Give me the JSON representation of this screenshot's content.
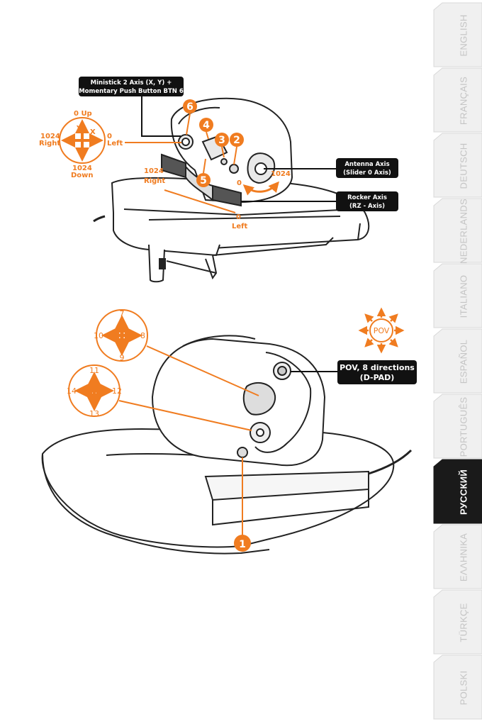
{
  "language_tabs": [
    {
      "label": "ENGLISH",
      "active": false
    },
    {
      "label": "FRANÇAIS",
      "active": false
    },
    {
      "label": "DEUTSCH",
      "active": false
    },
    {
      "label": "NEDERLANDS",
      "active": false
    },
    {
      "label": "ITALIANO",
      "active": false
    },
    {
      "label": "ESPAÑOL",
      "active": false
    },
    {
      "label": "PORTUGUÊS",
      "active": false
    },
    {
      "label": "РУССКИЙ",
      "active": true
    },
    {
      "label": "ΕΛΛΗΝΙΚΑ",
      "active": false
    },
    {
      "label": "TÜRKÇE",
      "active": false
    },
    {
      "label": "POLSKI",
      "active": false
    }
  ],
  "top_diagram": {
    "ministick_callout": [
      "Ministick 2 Axis (X, Y) +",
      "Momentary Push Button BTN 6"
    ],
    "compass": {
      "up": "0 Up",
      "right_value": "0",
      "right_label": "Left",
      "left_value": "1024",
      "left_label": "Right",
      "down_value": "1024",
      "down_label": "Down",
      "x": "X",
      "y": "Y"
    },
    "rocker_scale": {
      "left_value": "1024",
      "left_label": "Right",
      "right_value": "0",
      "right_label": "Left"
    },
    "antenna_scale": {
      "min": "0",
      "max": "1024"
    },
    "antenna_callout": [
      "Antenna Axis",
      "(Slider 0 Axis)"
    ],
    "rocker_callout": [
      "Rocker Axis",
      "(RZ - Axis)"
    ],
    "badges": [
      "6",
      "4",
      "3",
      "2",
      "5"
    ]
  },
  "bottom_diagram": {
    "pad_a": {
      "up": "7",
      "left": "10",
      "right": "8",
      "down": "9"
    },
    "pad_b": {
      "up": "11",
      "left": "14",
      "right": "12",
      "down": "13"
    },
    "pov_label": "POV",
    "pov_callout": [
      "POV, 8 directions",
      "(D-PAD)"
    ],
    "badge": "1"
  },
  "colors": {
    "accent": "#f07c20",
    "tab_bg": "#f0f0f0",
    "tab_active": "#1a1a1a",
    "callout_bg": "#111111"
  }
}
